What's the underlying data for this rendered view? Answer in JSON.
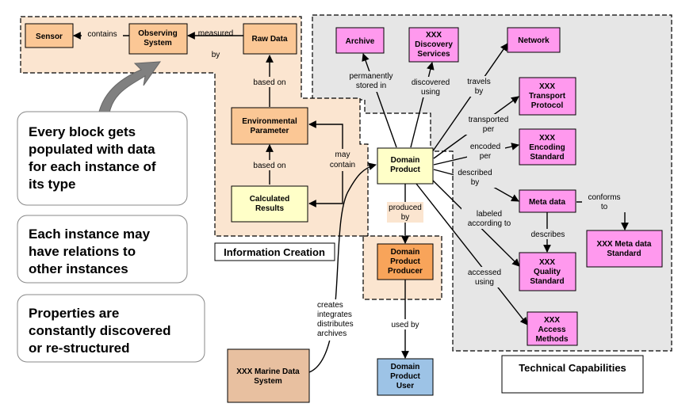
{
  "regions": {
    "information_creation": "Information Creation",
    "technical_capabilities": "Technical Capabilities"
  },
  "nodes": {
    "sensor": [
      "Sensor"
    ],
    "observing_system": [
      "Observing",
      "System"
    ],
    "raw_data": [
      "Raw Data"
    ],
    "environmental_parameter": [
      "Environmental",
      "Parameter"
    ],
    "calculated_results": [
      "Calculated",
      "Results"
    ],
    "domain_product": [
      "Domain",
      "Product"
    ],
    "domain_product_producer": [
      "Domain",
      "Product",
      "Producer"
    ],
    "domain_product_user": [
      "Domain",
      "Product",
      "User"
    ],
    "marine_data_system": [
      "XXX Marine Data",
      "System"
    ],
    "archive": [
      "Archive"
    ],
    "discovery_services": [
      "XXX",
      "Discovery",
      "Services"
    ],
    "network": [
      "Network"
    ],
    "transport_protocol": [
      "XXX",
      "Transport",
      "Protocol"
    ],
    "encoding_standard": [
      "XXX",
      "Encoding",
      "Standard"
    ],
    "meta_data": [
      "Meta data"
    ],
    "meta_data_standard": [
      "XXX Meta data",
      "Standard"
    ],
    "quality_standard": [
      "XXX",
      "Quality",
      "Standard"
    ],
    "access_methods": [
      "XXX",
      "Access",
      "Methods"
    ]
  },
  "edge_labels": {
    "contains": [
      "contains"
    ],
    "measured_by": [
      "measured",
      "by"
    ],
    "based_on_1": [
      "based on"
    ],
    "based_on_2": [
      "based on"
    ],
    "may_contain": [
      "may",
      "contain"
    ],
    "permanently_stored_in": [
      "permanently",
      "stored in"
    ],
    "discovered_using": [
      "discovered",
      "using"
    ],
    "travels_by": [
      "travels",
      "by"
    ],
    "transported_per": [
      "transported",
      "per"
    ],
    "encoded_per": [
      "encoded",
      "per"
    ],
    "described_by": [
      "described",
      "by"
    ],
    "conforms_to": [
      "conforms",
      "to"
    ],
    "labeled_according_to": [
      "labeled",
      "according to"
    ],
    "describes": [
      "describes"
    ],
    "accessed_using": [
      "accessed",
      "using"
    ],
    "produced_by": [
      "produced",
      "by"
    ],
    "used_by": [
      "used by"
    ],
    "creates": [
      "creates",
      "integrates",
      "distributes",
      "archives"
    ]
  },
  "callouts": {
    "every_block": [
      "Every block gets",
      "populated with data",
      "for each instance of",
      "its type"
    ],
    "each_instance": [
      "Each instance may",
      "have relations to",
      "other instances"
    ],
    "properties": [
      "Properties are",
      "constantly discovered",
      "or re-structured"
    ]
  },
  "colors": {
    "orange_region": "#fbe5d0",
    "gray_region": "#e6e6e6",
    "orange_node": "#fbc795",
    "dark_orange_node": "#f8a45a",
    "yellow_node": "#ffffc8",
    "pink_node": "#ff99ee",
    "blue_node": "#9dc3e6",
    "tan_node": "#e8c0a0"
  }
}
